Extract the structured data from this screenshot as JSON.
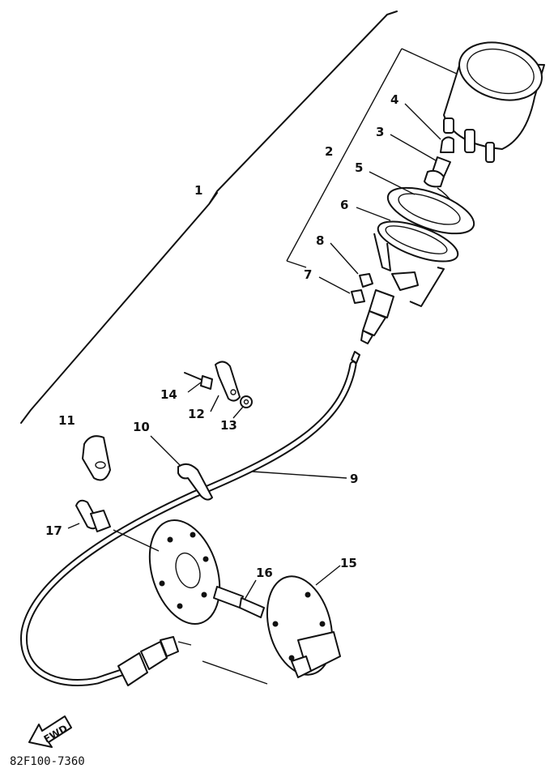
{
  "diagram": {
    "callouts": {
      "c1": "1",
      "c2": "2",
      "c3": "3",
      "c4": "4",
      "c5": "5",
      "c6": "6",
      "c7": "7",
      "c8": "8",
      "c9": "9",
      "c10": "10",
      "c11": "11",
      "c12": "12",
      "c13": "13",
      "c14": "14",
      "c15": "15",
      "c16": "16",
      "c17": "17"
    },
    "fwd_label": "FWD",
    "drawing_code": "82F100-7360"
  }
}
